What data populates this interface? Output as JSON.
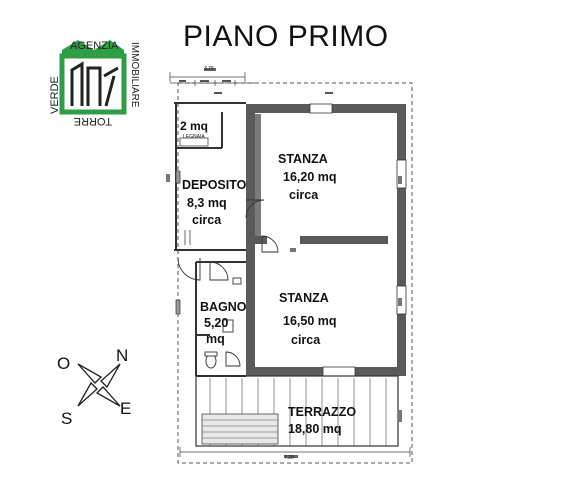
{
  "title": "PIANO PRIMO",
  "logo": {
    "line_top": "AGENZIA",
    "line_left": "VERDE",
    "line_right": "IMMOBILIARE",
    "line_bottom": "TORRE",
    "mark": "AT",
    "accent_color": "#2e9e45"
  },
  "rooms": {
    "ripostiglio": {
      "area": "2 mq",
      "note": "LEGNAIA"
    },
    "deposito": {
      "name": "DEPOSITO",
      "area": "8,3 mq",
      "qual": "circa"
    },
    "stanza1": {
      "name": "STANZA",
      "area": "16,20 mq",
      "qual": "circa"
    },
    "stanza2": {
      "name": "STANZA",
      "area": "16,50 mq",
      "qual": "circa"
    },
    "bagno": {
      "name": "BAGNO",
      "area": "5,20",
      "unit": "mq"
    },
    "terrazzo": {
      "name": "TERRAZZO",
      "area": "18,80 mq"
    }
  },
  "compass": {
    "n": "N",
    "s": "S",
    "e": "E",
    "o": "O"
  },
  "dimensions": {
    "top_total": "3.75",
    "bottom_total": "7.20"
  },
  "colors": {
    "wall": "#5a5a5a",
    "line": "#333333"
  }
}
